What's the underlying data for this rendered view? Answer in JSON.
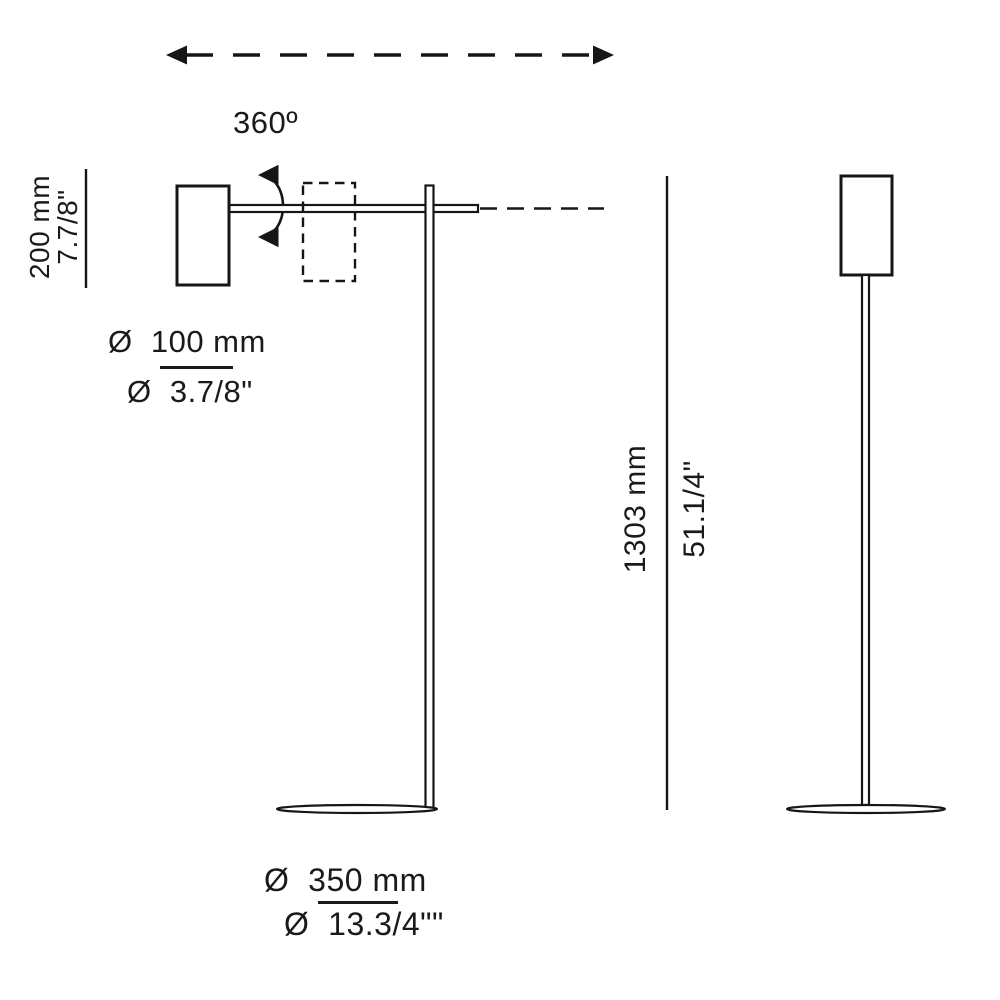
{
  "labels": {
    "swing_angle": "360º",
    "head_height": {
      "mm": "200 mm",
      "inch": "7.7/8\""
    },
    "head_diameter": {
      "mm": "Ø  100 mm",
      "inch": "Ø  3.7/8\""
    },
    "total_height": {
      "mm": "1303 mm",
      "inch": "51.1/4\""
    },
    "base_diameter": {
      "mm": "Ø  350 mm",
      "inch": "Ø  13.3/4\"\""
    }
  },
  "colors": {
    "line": "#161616",
    "text": "#1a1a1a",
    "background": "#ffffff"
  }
}
